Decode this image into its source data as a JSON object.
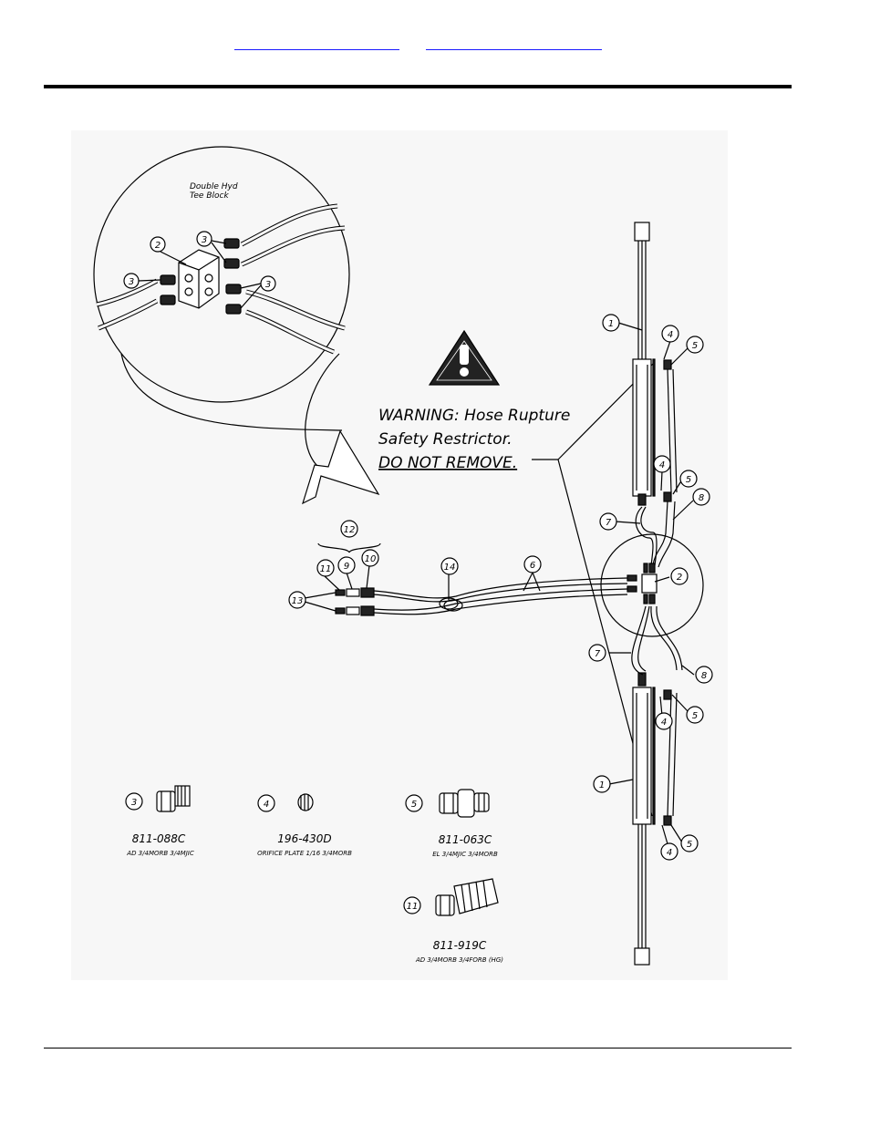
{
  "detail": {
    "title_line1": "Double Hyd",
    "title_line2": "Tee Block"
  },
  "warning": {
    "line1": "WARNING: Hose Rupture",
    "line2": "Safety Restrictor.",
    "line3": "DO NOT REMOVE."
  },
  "callouts": {
    "n1": "1",
    "n2": "2",
    "n3": "3",
    "n4": "4",
    "n5": "5",
    "n6": "6",
    "n7": "7",
    "n8": "8",
    "n9": "9",
    "n10": "10",
    "n11": "11",
    "n12": "12",
    "n13": "13",
    "n14": "14"
  },
  "parts": [
    {
      "item": "3",
      "number": "811-088C",
      "desc": "AD 3/4MORB 3/4MJIC"
    },
    {
      "item": "4",
      "number": "196-430D",
      "desc": "ORIFICE PLATE 1/16 3/4MORB"
    },
    {
      "item": "5",
      "number": "811-063C",
      "desc": "EL 3/4MJIC 3/4MORB"
    },
    {
      "item": "11",
      "number": "811-919C",
      "desc": "AD 3/4MORB 3/4FORB (HG)"
    }
  ]
}
